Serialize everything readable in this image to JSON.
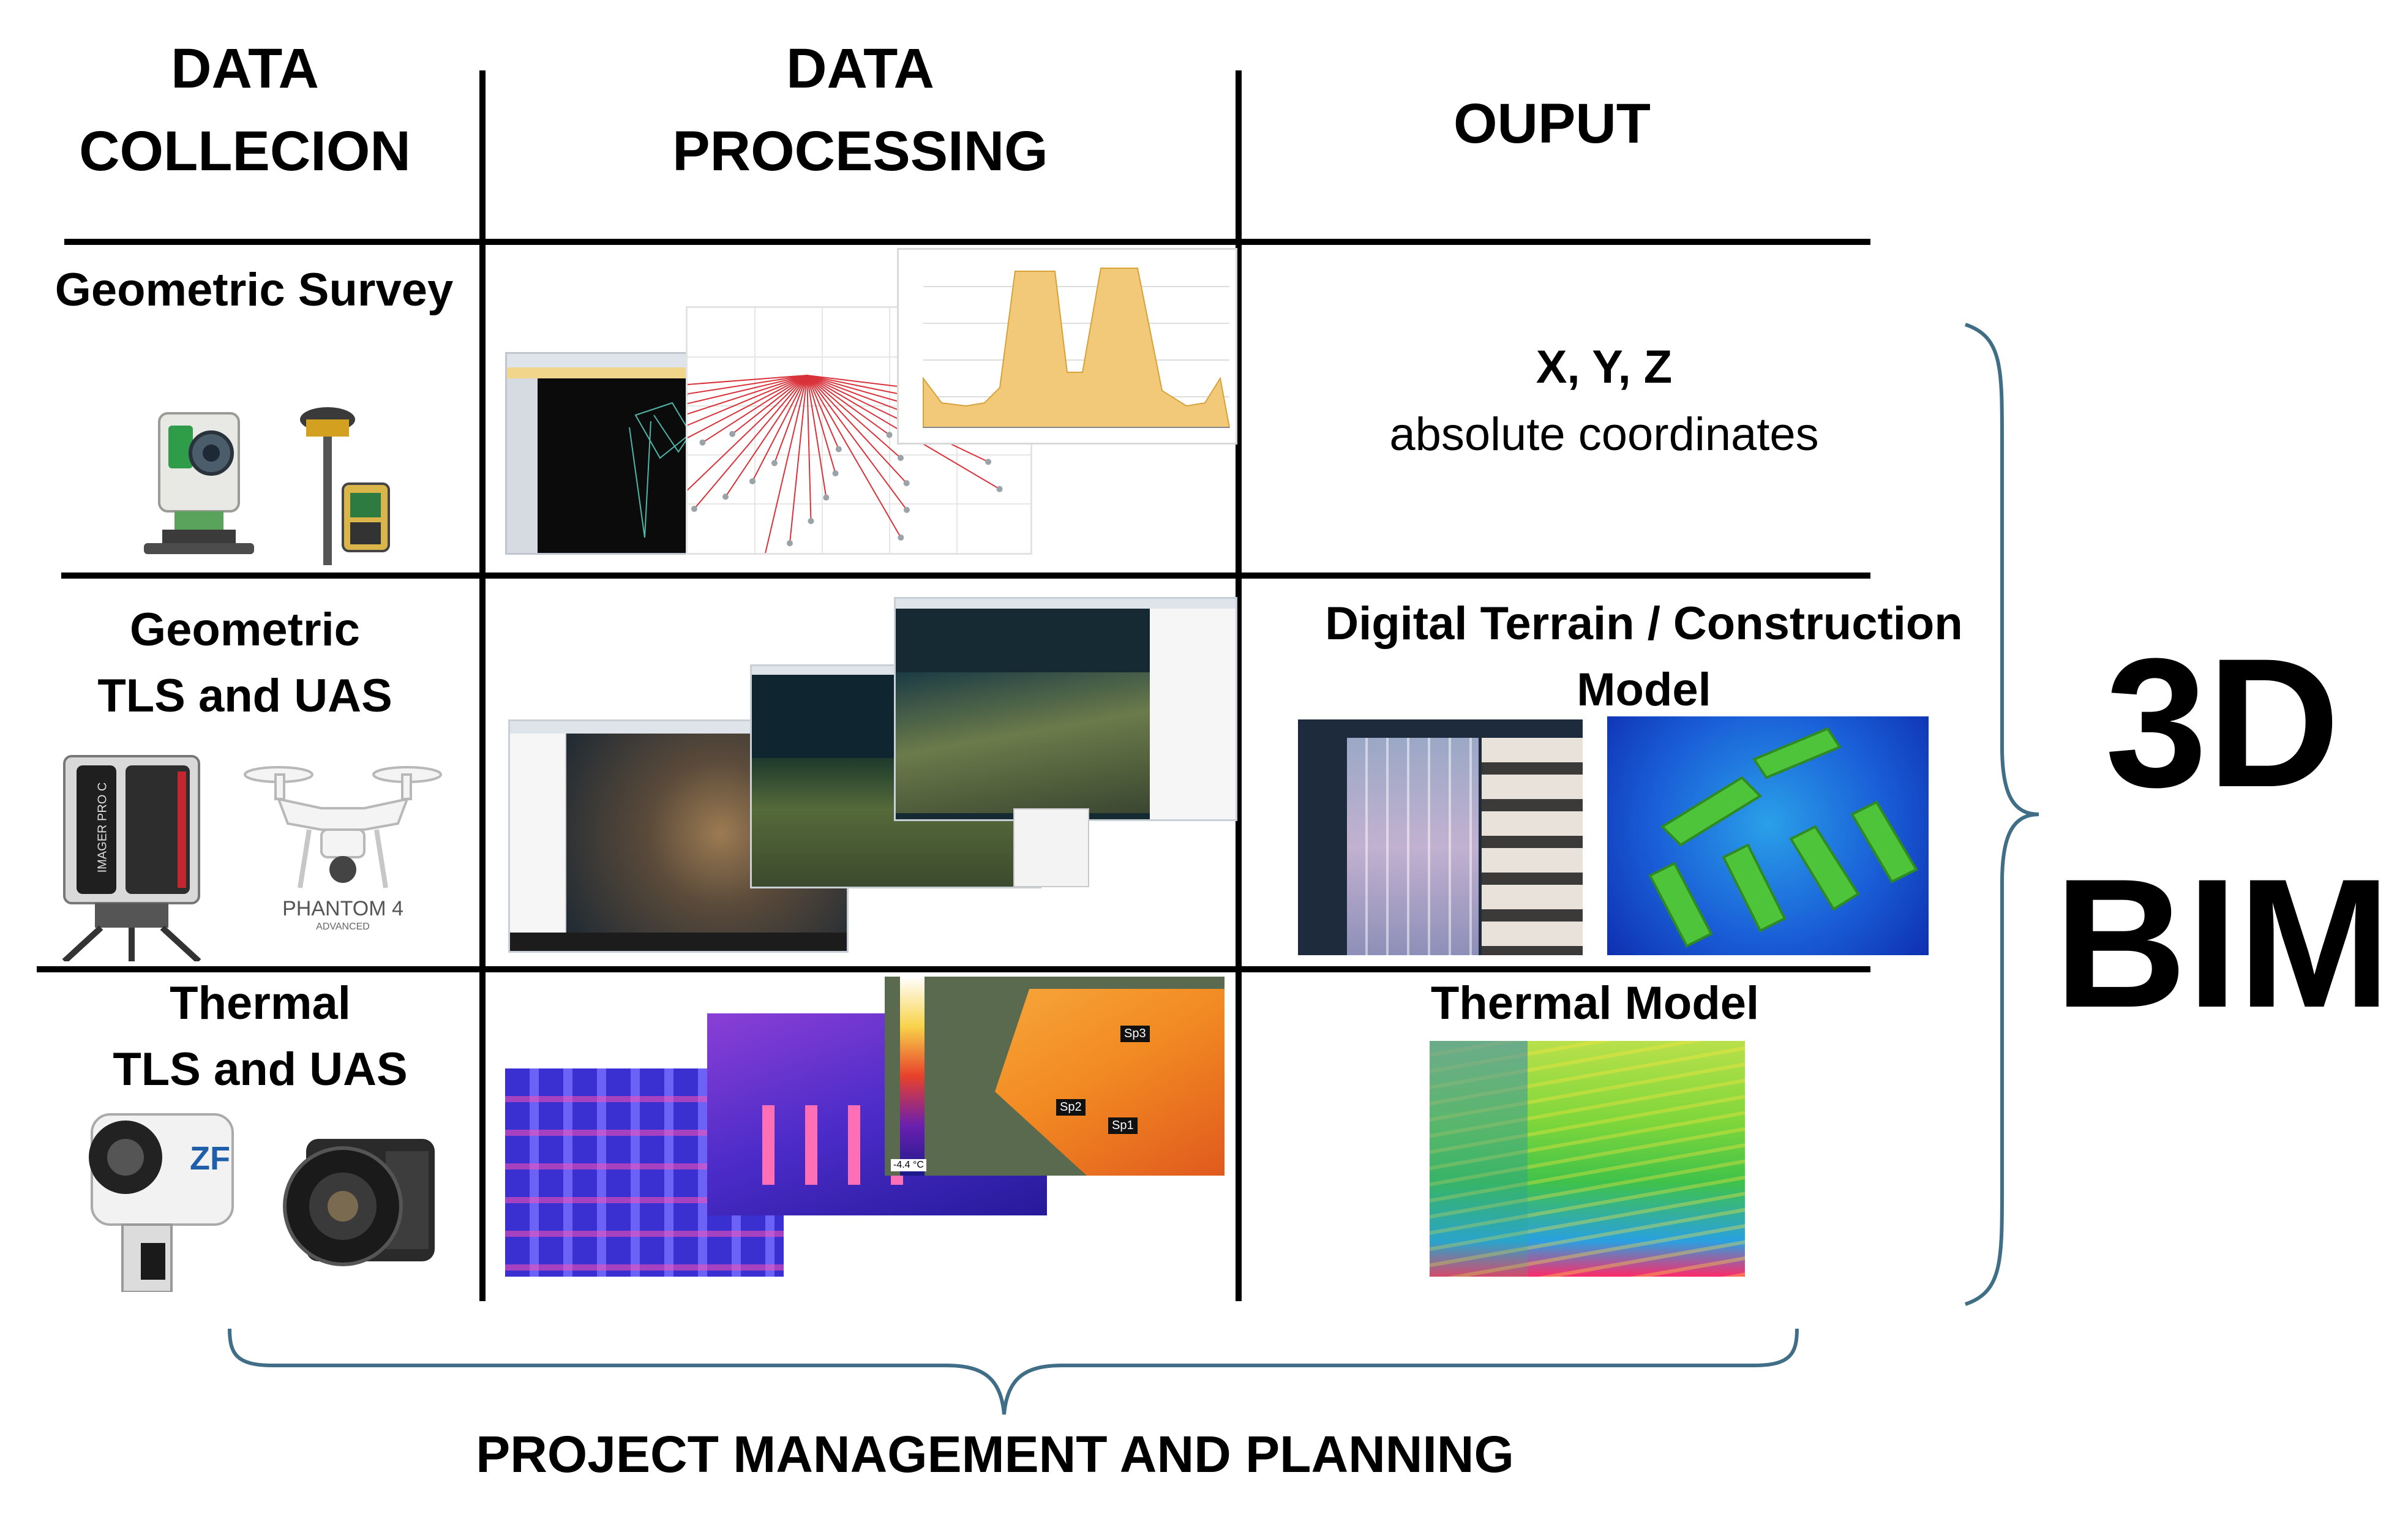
{
  "headers": {
    "collection": [
      "DATA",
      "COLLECION"
    ],
    "processing": [
      "DATA",
      "PROCESSING"
    ],
    "output": "OUPUT"
  },
  "rows": [
    {
      "collection": [
        "Geometric Survey"
      ],
      "output_lines": [
        "X, Y, Z",
        "absolute coordinates"
      ]
    },
    {
      "collection": [
        "Geometric",
        "TLS and UAS"
      ],
      "output_lines": [
        "Digital Terrain / Construction",
        "Model"
      ]
    },
    {
      "collection": [
        "Thermal",
        "TLS and UAS"
      ],
      "output_lines": [
        "Thermal Model"
      ]
    }
  ],
  "device_labels": {
    "drone": "PHANTOM 4",
    "drone_sub": "ADVANCED",
    "scanner": "IMAGER PRO C"
  },
  "thermal_markers": [
    "Sp3",
    "Sp2",
    "Sp1"
  ],
  "thermal_scale": "-4.4 °C",
  "result": [
    "3D",
    "BIM"
  ],
  "footer": "PROJECT MANAGEMENT AND PLANNING",
  "colors": {
    "line": "#000000",
    "brace": "#3f6e86",
    "profile_fill": "#f2c879",
    "ray": "#d8323a",
    "terrain_green": "#4dc43a",
    "thermal_blue": "#3a2fd0",
    "thermal_orange": "#f28a22"
  }
}
